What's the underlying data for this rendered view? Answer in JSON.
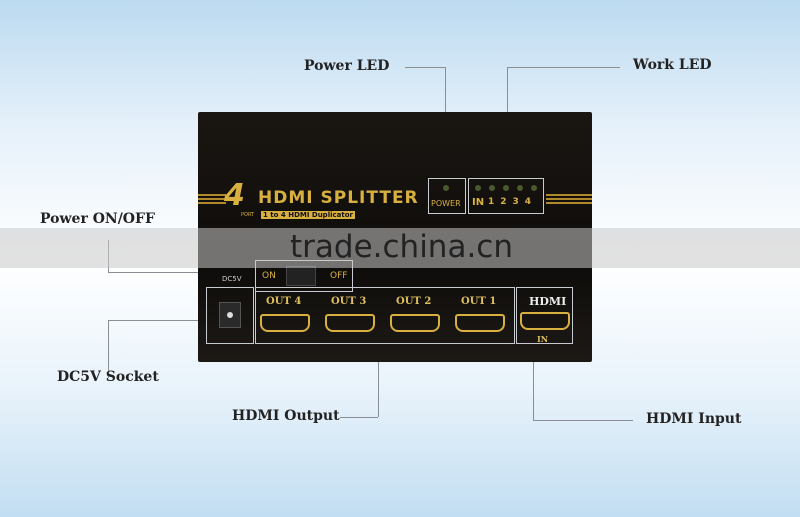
{
  "labels": {
    "power_led": "Power LED",
    "work_led": "Work LED",
    "power_switch": "Power ON/OFF",
    "dc_socket": "DC5V Socket",
    "hdmi_output": "HDMI Output",
    "hdmi_input": "HDMI Input"
  },
  "device": {
    "number": "4",
    "port": "PORT",
    "title": "HDMI SPLITTER",
    "subtitle": "1 to 4 HDMI Duplicator",
    "power": "POWER",
    "in": "IN",
    "leds": [
      "1",
      "2",
      "3",
      "4"
    ],
    "on": "ON",
    "off": "OFF",
    "dc": "DC5V",
    "outputs": [
      "OUT 4",
      "OUT 3",
      "OUT 2",
      "OUT 1"
    ],
    "input_top": "HDMI",
    "input_bottom": "IN"
  },
  "watermark": "trade.china.cn"
}
